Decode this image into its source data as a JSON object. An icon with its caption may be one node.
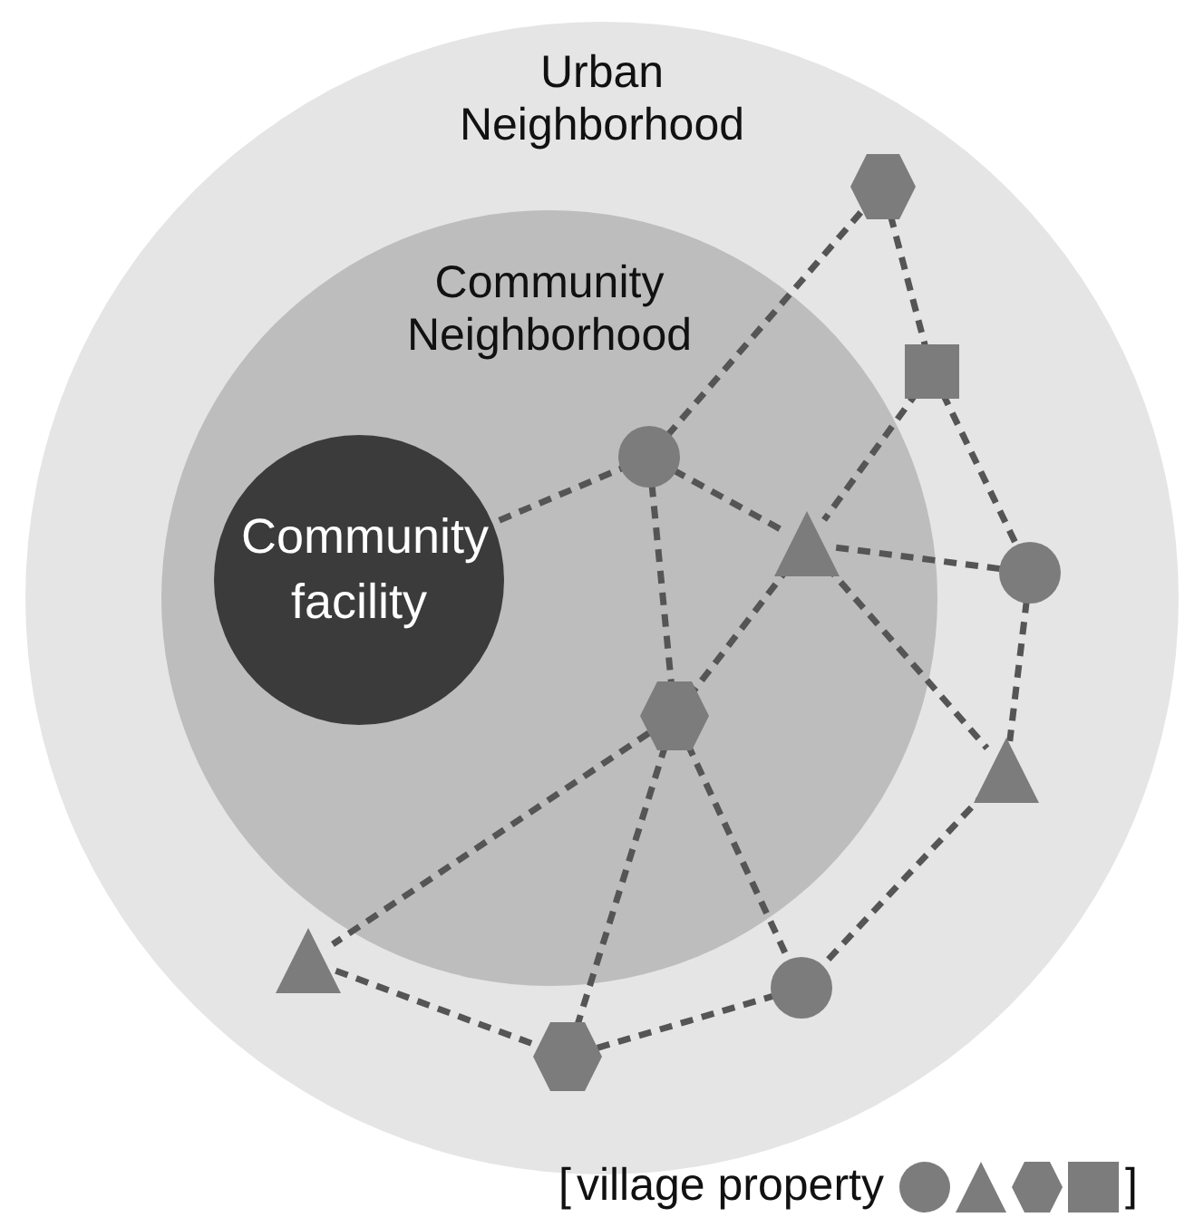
{
  "diagram": {
    "nodes": [
      {
        "text": [
          "Urban Neighborhood"
        ]
      },
      {
        "text": [
          "Community Neighborhood"
        ],
        "in": 0
      },
      {
        "text": [
          "Community facility"
        ],
        "in": 1
      },
      {
        "text": [],
        "shape": "hexagon",
        "in": 0
      },
      {
        "text": [],
        "shape": "square",
        "in": 0
      },
      {
        "text": [],
        "shape": "circle",
        "in": 1
      },
      {
        "text": [],
        "shape": "triangle",
        "in": 1
      },
      {
        "text": [],
        "shape": "circle",
        "in": 0
      },
      {
        "text": [],
        "shape": "hexagon",
        "in": 1
      },
      {
        "text": [],
        "shape": "triangle",
        "in": 0
      },
      {
        "text": [],
        "shape": "triangle",
        "in": 0
      },
      {
        "text": [],
        "shape": "circle",
        "in": 0
      },
      {
        "text": [],
        "shape": "hexagon",
        "in": 0
      }
    ],
    "edges": [
      {
        "from": 2,
        "to": 5,
        "arrow": "none",
        "style": "dashed"
      },
      {
        "from": 5,
        "to": 3,
        "arrow": "none",
        "style": "dashed"
      },
      {
        "from": 3,
        "to": 4,
        "arrow": "none",
        "style": "dashed"
      },
      {
        "from": 4,
        "to": 7,
        "arrow": "none",
        "style": "dashed"
      },
      {
        "from": 4,
        "to": 6,
        "arrow": "none",
        "style": "dashed"
      },
      {
        "from": 5,
        "to": 6,
        "arrow": "none",
        "style": "dashed"
      },
      {
        "from": 6,
        "to": 7,
        "arrow": "none",
        "style": "dashed"
      },
      {
        "from": 5,
        "to": 8,
        "arrow": "none",
        "style": "dashed"
      },
      {
        "from": 6,
        "to": 8,
        "arrow": "none",
        "style": "dashed"
      },
      {
        "from": 6,
        "to": 9,
        "arrow": "none",
        "style": "dashed"
      },
      {
        "from": 7,
        "to": 9,
        "arrow": "none",
        "style": "dashed"
      },
      {
        "from": 9,
        "to": 11,
        "arrow": "none",
        "style": "dashed"
      },
      {
        "from": 8,
        "to": 10,
        "arrow": "none",
        "style": "dashed"
      },
      {
        "from": 8,
        "to": 12,
        "arrow": "none",
        "style": "dashed"
      },
      {
        "from": 8,
        "to": 11,
        "arrow": "none",
        "style": "dashed"
      },
      {
        "from": 10,
        "to": 12,
        "arrow": "none",
        "style": "dashed"
      },
      {
        "from": 12,
        "to": 11,
        "arrow": "none",
        "style": "dashed"
      }
    ],
    "labels": [
      "[",
      "]"
    ],
    "legend": [
      {
        "text": "village property"
      }
    ]
  }
}
